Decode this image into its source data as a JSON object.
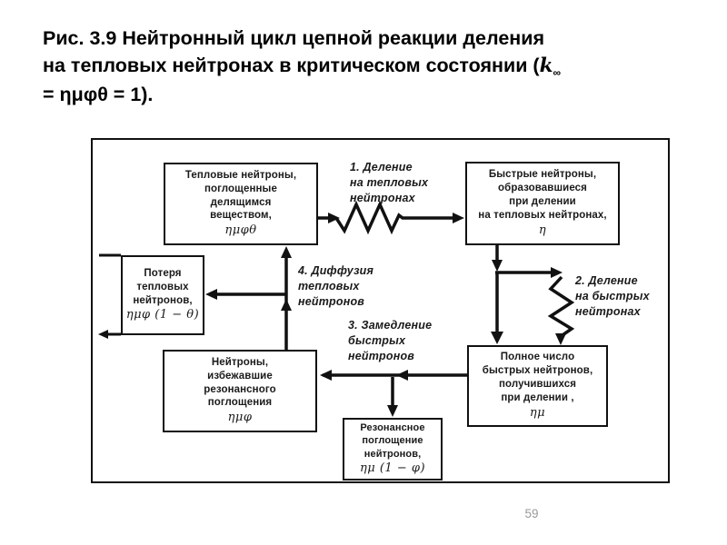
{
  "page": {
    "page_number": "59"
  },
  "title": {
    "line1": "Рис. 3.9 Нейтронный цикл цепной реакции деления",
    "line2_prefix": "на тепловых нейтронах в критическом состоянии (",
    "k": "k",
    "k_sub": "∞",
    "line3": "= ημφθ = 1)."
  },
  "diagram": {
    "boxes": [
      {
        "id": "thermal-absorbed",
        "lines": [
          "Тепловые нейтроны,",
          "поглощенные",
          "делящимся",
          "веществом,"
        ],
        "formula": "ημφθ"
      },
      {
        "id": "fast-neutrons-from-thermal",
        "lines": [
          "Быстрые нейтроны,",
          "образовавшиеся",
          "при делении",
          "на тепловых нейтронах,"
        ],
        "formula": "η"
      },
      {
        "id": "thermal-loss",
        "lines": [
          "Потеря",
          "тепловых",
          "нейтронов,"
        ],
        "formula": "ημφ (1 − θ)"
      },
      {
        "id": "resonance-escaped",
        "lines": [
          "Нейтроны,",
          "избежавшие",
          "резонансного",
          "поглощения"
        ],
        "formula": "ημφ"
      },
      {
        "id": "total-fast-neutrons",
        "lines": [
          "Полное число",
          "быстрых нейтронов,",
          "получившихся",
          "при делении ,"
        ],
        "formula": "ημ"
      },
      {
        "id": "resonance-absorption",
        "lines": [
          "Резонансное",
          "поглощение",
          "нейтронов,"
        ],
        "formula": "ημ (1 − φ)"
      }
    ],
    "labels": [
      {
        "id": "fission-on-thermal",
        "lines": [
          "1. Деление",
          "на тепловых",
          "нейтронах"
        ]
      },
      {
        "id": "fission-on-fast",
        "lines": [
          "2. Деление",
          "на быстрых",
          "нейтронах"
        ]
      },
      {
        "id": "slowing-down",
        "lines": [
          "3. Замедление",
          "быстрых",
          "нейтронов"
        ]
      },
      {
        "id": "thermal-diffusion",
        "lines": [
          "4. Диффузия",
          "тепловых",
          "нейтронов"
        ]
      }
    ]
  },
  "colors": {
    "ink": "#111111",
    "page_number": "#9a9a9a",
    "background": "#ffffff"
  }
}
